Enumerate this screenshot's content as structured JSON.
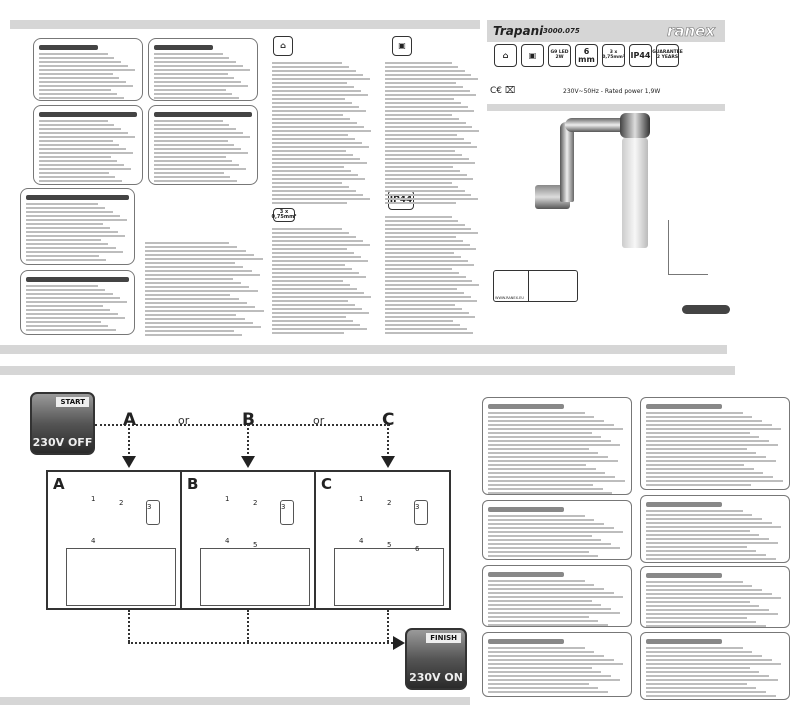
{
  "product": {
    "name": "Trapani",
    "code": "3000.075",
    "brand": "ranex",
    "rating": "230V~50Hz - Rated power 1,9W",
    "icons": [
      {
        "name": "indoor-use-icon",
        "label": ""
      },
      {
        "name": "class-ii-icon",
        "label": ""
      },
      {
        "name": "g9-led-icon",
        "label": "G9 LED 2W"
      },
      {
        "name": "strip-wire-icon",
        "label": "6 mm"
      },
      {
        "name": "cable-icon",
        "label": "3 x 0,75mm²"
      },
      {
        "name": "ip44-icon",
        "label": "IP44"
      },
      {
        "name": "guarantee-icon",
        "label": "GUARANTEE 2 YEARS"
      }
    ],
    "ip_label": "IP44",
    "cable_label": "3 x 0,75mm²",
    "website": "WWW.RANEX.EU"
  },
  "diagram": {
    "start_label": "START",
    "start_caption": "230V OFF",
    "finish_label": "FINISH",
    "finish_caption": "230V ON",
    "options": [
      "A",
      "B",
      "C"
    ],
    "or_label": "or",
    "steps": {
      "A": [
        "1",
        "2",
        "3",
        "4"
      ],
      "B": [
        "1",
        "2",
        "3",
        "4",
        "5"
      ],
      "C": [
        "1",
        "2",
        "3",
        "4",
        "5",
        "6"
      ]
    }
  }
}
